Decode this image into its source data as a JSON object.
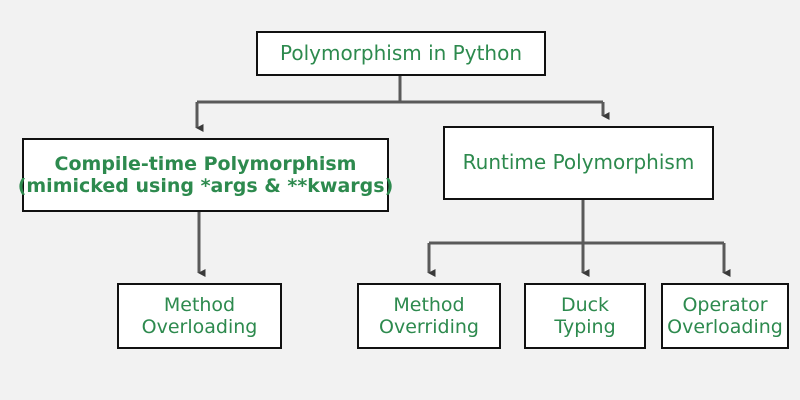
{
  "diagram": {
    "title_node": {
      "label": "Polymorphism in Python"
    },
    "branches": [
      {
        "id": "compile-time",
        "line1": "Compile-time Polymorphism",
        "line2": "(mimicked using *args & **kwargs)"
      },
      {
        "id": "runtime",
        "label": "Runtime Polymorphism"
      }
    ],
    "leaves": [
      {
        "id": "method-overloading",
        "line1": "Method",
        "line2": "Overloading"
      },
      {
        "id": "method-overriding",
        "line1": "Method",
        "line2": "Overriding"
      },
      {
        "id": "duck-typing",
        "line1": "Duck",
        "line2": "Typing"
      },
      {
        "id": "operator-overloading",
        "line1": "Operator",
        "line2": "Overloading"
      }
    ],
    "colors": {
      "background": "#f2f2f2",
      "node_fill": "#ffffff",
      "node_border": "#111111",
      "text": "#2d8a4e",
      "connector": "#5a5a5a"
    }
  }
}
